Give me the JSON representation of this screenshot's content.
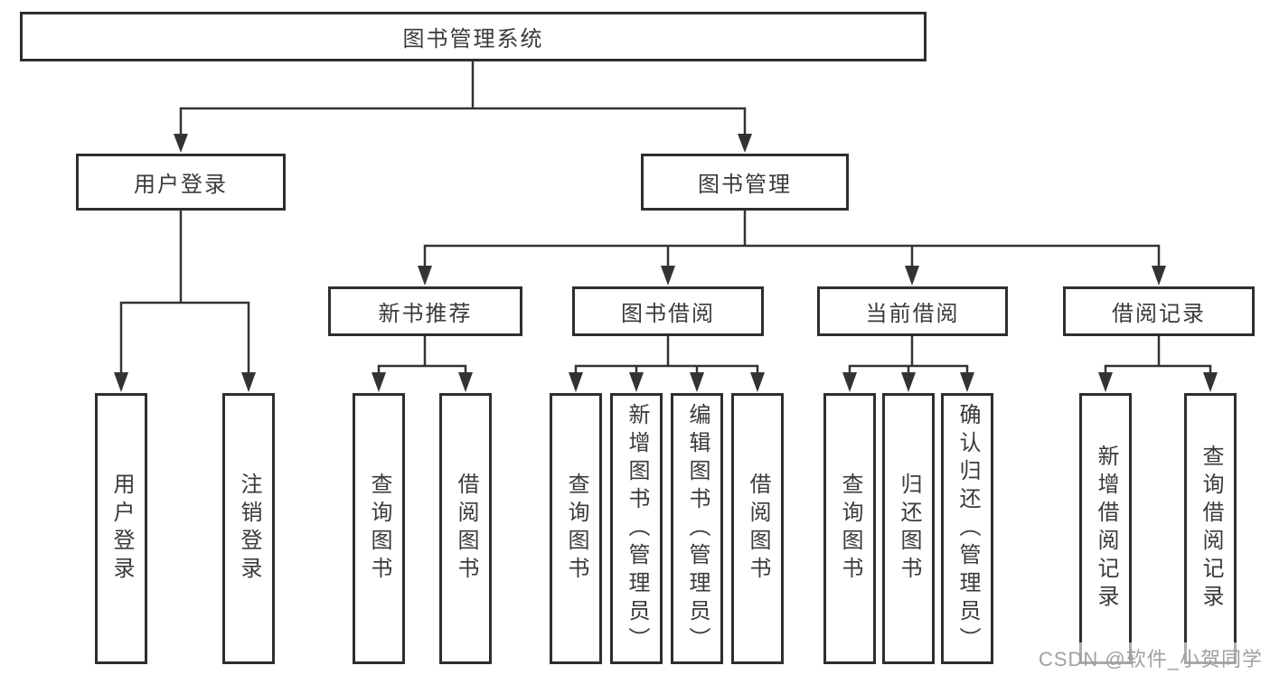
{
  "diagram": {
    "root": {
      "label": "图书管理系统"
    },
    "branches": [
      {
        "label": "用户登录",
        "children": [
          {
            "label": "用户登录"
          },
          {
            "label": "注销登录"
          }
        ]
      },
      {
        "label": "图书管理",
        "children": [
          {
            "label": "新书推荐",
            "children": [
              {
                "label": "查询图书"
              },
              {
                "label": "借阅图书"
              }
            ]
          },
          {
            "label": "图书借阅",
            "children": [
              {
                "label": "查询图书"
              },
              {
                "label": "新增图书（管理员）"
              },
              {
                "label": "编辑图书（管理员）"
              },
              {
                "label": "借阅图书"
              }
            ]
          },
          {
            "label": "当前借阅",
            "children": [
              {
                "label": "查询图书"
              },
              {
                "label": "归还图书"
              },
              {
                "label": "确认归还（管理员）"
              }
            ]
          },
          {
            "label": "借阅记录",
            "children": [
              {
                "label": "新增借阅记录"
              },
              {
                "label": "查询借阅记录"
              }
            ]
          }
        ]
      }
    ]
  },
  "watermark": {
    "text": "CSDN @软件_小贺同学"
  },
  "colors": {
    "line": "#333333",
    "arrow": "#333333",
    "box_border": "#2e2e2e",
    "text": "#3a3a3a",
    "background": "#ffffff",
    "watermark": "#9c9c9c"
  }
}
